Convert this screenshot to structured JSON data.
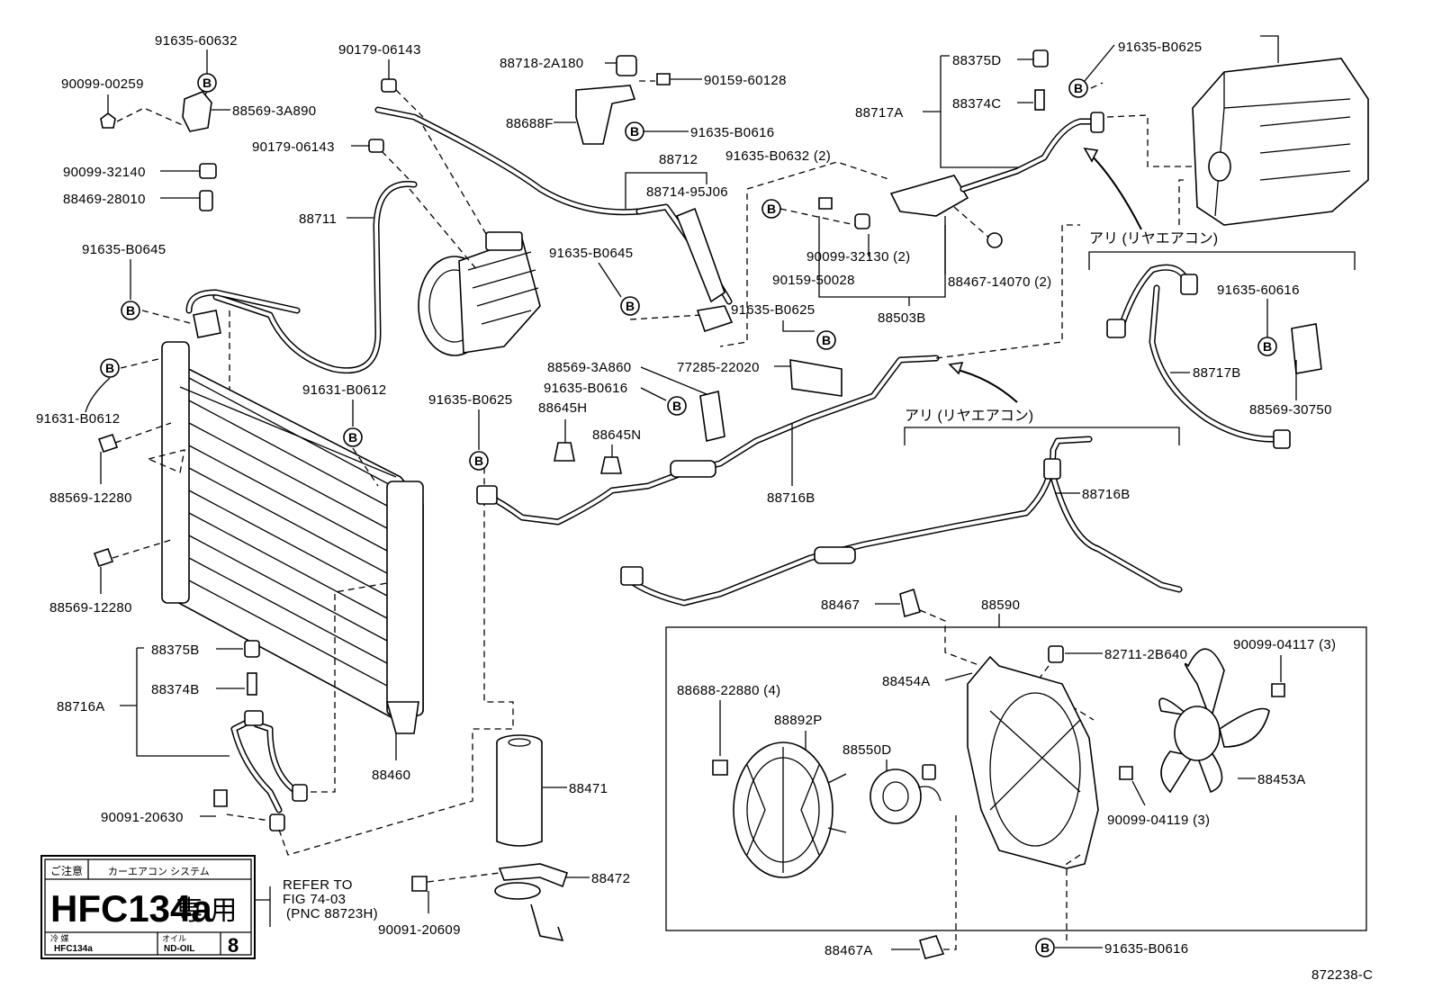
{
  "diagram": {
    "ref_code": "872238-C",
    "callout_letter": "B",
    "labels": {
      "p91635_60632": "91635-60632",
      "p90099_00259": "90099-00259",
      "p88569_3A890": "88569-3A890",
      "p90099_32140": "90099-32140",
      "p88469_28010": "88469-28010",
      "p90179_06143_a": "90179-06143",
      "p90179_06143_b": "90179-06143",
      "p88711": "88711",
      "p88718_2A180": "88718-2A180",
      "p90159_60128": "90159-60128",
      "p88688F": "88688F",
      "p91635_B0616_a": "91635-B0616",
      "p88712": "88712",
      "p88714_95J06": "88714-95J06",
      "p91635_B0632_2": "91635-B0632 (2)",
      "p91635_B0645_a": "91635-B0645",
      "p91635_B0645_b": "91635-B0645",
      "p91631_B0612_a": "91631-B0612",
      "p91631_B0612_b": "91631-B0612",
      "p88569_12280_a": "88569-12280",
      "p88569_12280_b": "88569-12280",
      "p88375D": "88375D",
      "p88374C": "88374C",
      "p88717A": "88717A",
      "p91635_B0625_a": "91635-B0625",
      "p91635_B0625_b": "91635-B0625",
      "p91635_B0625_c": "91635-B0625",
      "p90099_32130_2": "90099-32130 (2)",
      "p90159_50028": "90159-50028",
      "p88467_14070_2": "88467-14070 (2)",
      "p88503B": "88503B",
      "p91635_60616": "91635-60616",
      "p88717B": "88717B",
      "p88569_30750": "88569-30750",
      "p77285_22020": "77285-22020",
      "p88569_3A860": "88569-3A860",
      "p91635_B0616_b": "91635-B0616",
      "p88645H": "88645H",
      "p88645N": "88645N",
      "p88716B_a": "88716B",
      "p88716B_b": "88716B",
      "rear_ac_a": "アリ (リヤエアコン)",
      "rear_ac_b": "アリ (リヤエアコン)",
      "p88375B": "88375B",
      "p88374B": "88374B",
      "p88716A": "88716A",
      "p88460": "88460",
      "p90091_20630": "90091-20630",
      "p88471": "88471",
      "p88472": "88472",
      "p90091_20609": "90091-20609",
      "p88467": "88467",
      "p88590": "88590",
      "p82711_2B640": "82711-2B640",
      "p90099_04117_3": "90099-04117 (3)",
      "p88454A": "88454A",
      "p88688_22880_4": "88688-22880 (4)",
      "p88892P": "88892P",
      "p88550D": "88550D",
      "p88453A": "88453A",
      "p90099_04119_3": "90099-04119 (3)",
      "p88467A": "88467A",
      "p91635_B0616_c": "91635-B0616"
    },
    "refer_note": [
      "REFER TO",
      "FIG 74-03",
      "(PNC 88723H)"
    ],
    "caution_plate": {
      "top_left": "ご注意",
      "top_right": "カーエアコン システム",
      "big": "HFC134a",
      "big_jp": "専 用",
      "refrig_jp": "冷 媒",
      "refrig_val": "HFC134a",
      "oil_jp": "オイル",
      "oil_val": "ND-OIL",
      "oil_num": "8"
    }
  }
}
